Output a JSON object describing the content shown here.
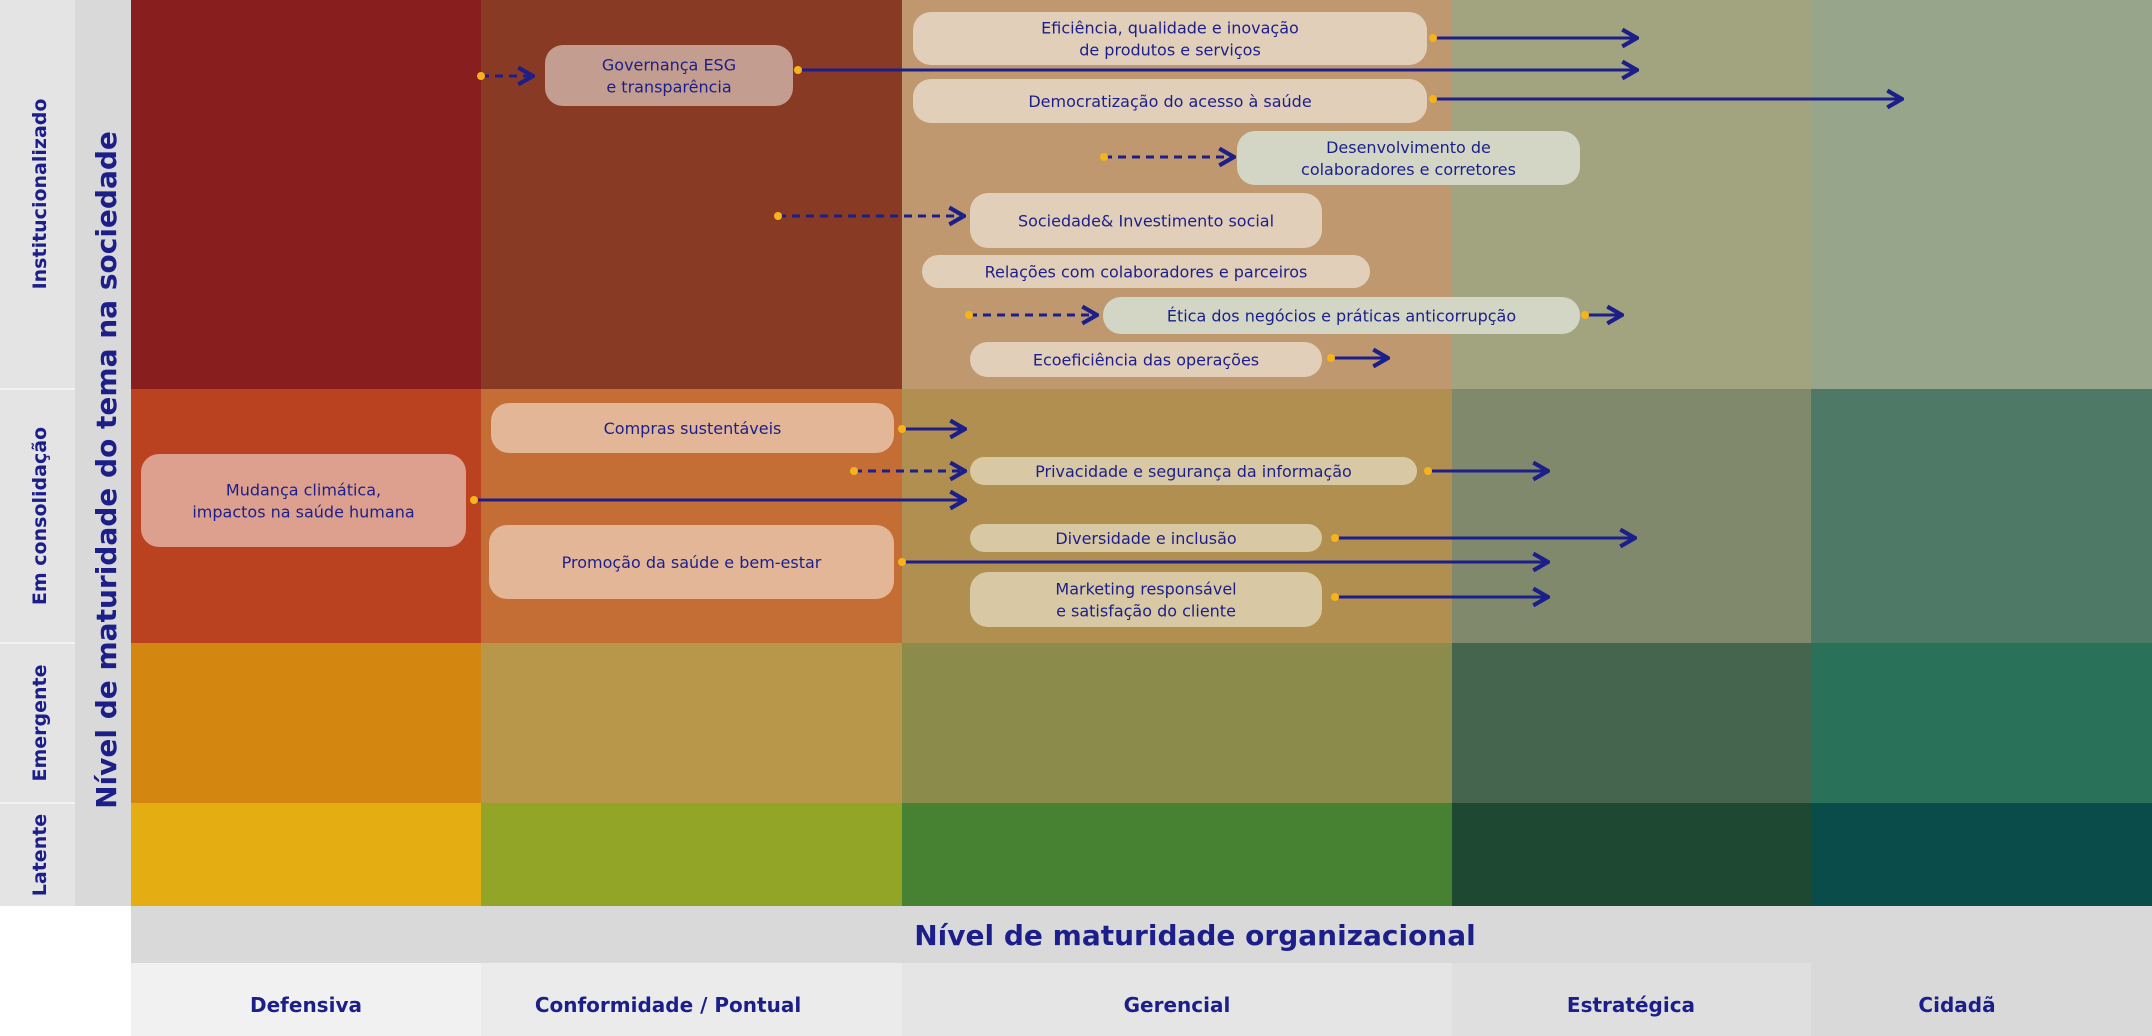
{
  "y_axis": {
    "title": "Nível de maturidade do tema na sociedade",
    "rows": [
      "Institucionalizado",
      "Em consolidação",
      "Emergente",
      "Latente"
    ]
  },
  "x_axis": {
    "title": "Nível de maturidade organizacional",
    "columns": [
      "Defensiva",
      "Conformidade / Pontual",
      "Gerencial",
      "Estratégica",
      "Cidadã"
    ]
  },
  "colors": {
    "text": "#1c1f8a",
    "dot": "#f7b41a",
    "cells": [
      [
        "#891e1f",
        "#893a24",
        "#c09870",
        "#a2a47f",
        "#97a58b"
      ],
      [
        "#bb4220",
        "#c46e36",
        "#b18f51",
        "#81896d",
        "#4e7966"
      ],
      [
        "#d38711",
        "#b8974b",
        "#8b8b4b",
        "#45654f",
        "#297159"
      ],
      [
        "#e4ae12",
        "#92a526",
        "#478232",
        "#1f4832",
        "#0a4c4a"
      ]
    ]
  },
  "topics": [
    {
      "id": "eficiencia",
      "lines": [
        "Eficiência, qualidade e inovação",
        "de produtos e serviços"
      ]
    },
    {
      "id": "governanca",
      "lines": [
        "Governança ESG",
        "e transparência"
      ]
    },
    {
      "id": "democratizacao",
      "lines": [
        "Democratização do acesso à saúde"
      ]
    },
    {
      "id": "desenvolvimento",
      "lines": [
        "Desenvolvimento de",
        "colaboradores e corretores"
      ]
    },
    {
      "id": "sociedade",
      "lines": [
        "Sociedade& Investimento social"
      ]
    },
    {
      "id": "relacoes",
      "lines": [
        "Relações com colaboradores e parceiros"
      ]
    },
    {
      "id": "etica",
      "lines": [
        "Ética dos negócios e práticas anticorrupção"
      ]
    },
    {
      "id": "ecoeficiencia",
      "lines": [
        "Ecoeficiência das operações"
      ]
    },
    {
      "id": "compras",
      "lines": [
        "Compras sustentáveis"
      ]
    },
    {
      "id": "mudanca",
      "lines": [
        "Mudança climática,",
        "impactos na saúde humana"
      ]
    },
    {
      "id": "privacidade",
      "lines": [
        "Privacidade e segurança da informação"
      ]
    },
    {
      "id": "promocao",
      "lines": [
        "Promoção da saúde e bem-estar"
      ]
    },
    {
      "id": "diversidade",
      "lines": [
        "Diversidade e inclusão"
      ]
    },
    {
      "id": "marketing",
      "lines": [
        "Marketing responsável",
        "e satisfação do cliente"
      ]
    }
  ]
}
